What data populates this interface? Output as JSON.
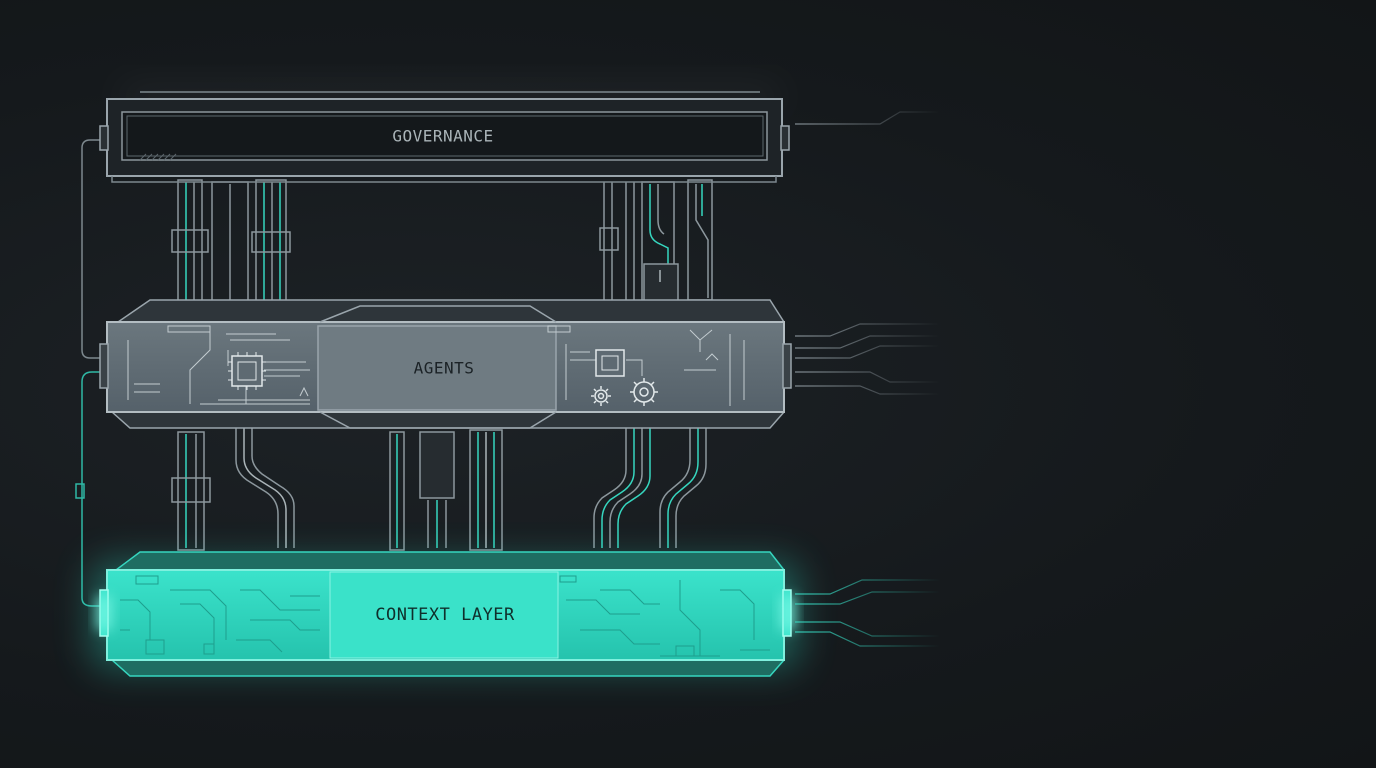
{
  "layers": {
    "governance": {
      "label": "GOVERNANCE"
    },
    "agents": {
      "label": "AGENTS"
    },
    "context": {
      "label": "CONTEXT LAYER"
    }
  },
  "colors": {
    "background": "#161a1d",
    "outline": "#9aa5ac",
    "agents_fill": "#5e6a72",
    "context_fill": "#2ed8c0",
    "accent_teal": "#36d6bf"
  },
  "icons": [
    "chip-icon",
    "gear-icon",
    "connector-icon"
  ]
}
